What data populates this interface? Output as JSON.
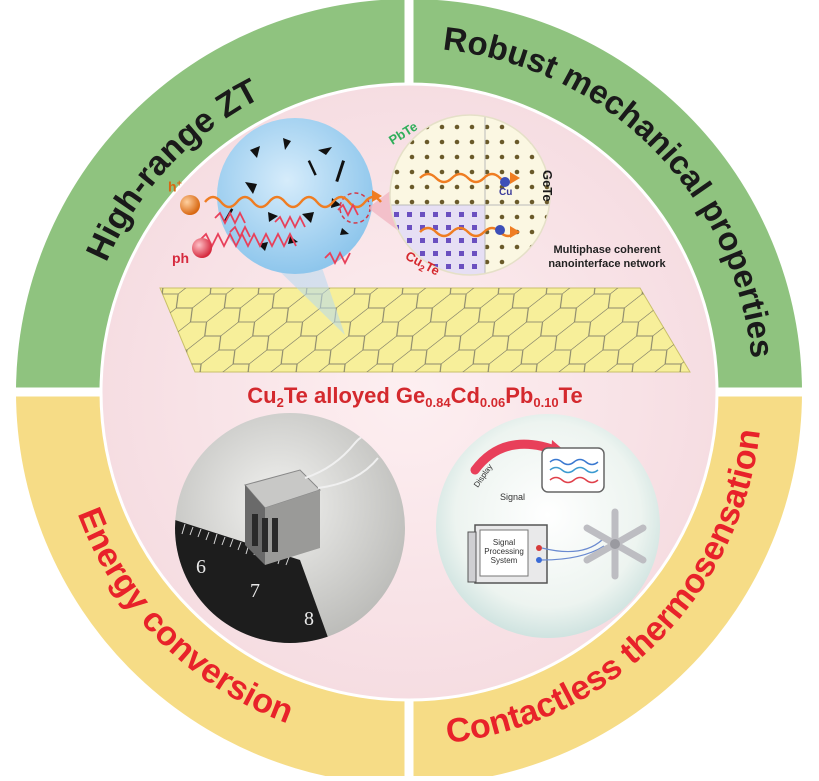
{
  "quadrants": {
    "top_left": {
      "title": "High-range ZT",
      "color": "#8fc37f"
    },
    "top_right": {
      "title": "Robust mechanical properties",
      "color": "#8fc37f"
    },
    "bottom_left": {
      "title": "Energy conversion",
      "color": "#f6dc86",
      "text_color": "#e8222a"
    },
    "bottom_right": {
      "title": "Contactless thermosensation",
      "color": "#f6dc86",
      "text_color": "#e8222a"
    }
  },
  "compound": {
    "base1": "Cu",
    "sub1": "2",
    "text2": "Te alloyed Ge",
    "sub2": "0.84",
    "text3": "Cd",
    "sub3": "0.06",
    "text4": "Pb",
    "sub4": "0.10",
    "text5": "Te"
  },
  "carriers": {
    "hole": "h",
    "hole_sup": "+",
    "phonon": "ph"
  },
  "nanostructure": {
    "phase_pbte": "PbTe",
    "phase_gete": "GeTe",
    "phase_cu2te_base": "Cu",
    "phase_cu2te_sub": "2",
    "phase_cu2te_tail": "Te",
    "dopant": "Cu",
    "network_line1": "Multiphase coherent",
    "network_line2": "nanointerface network"
  },
  "thermosensation": {
    "display_label": "Display",
    "signal_label": "Signal",
    "system_line1": "Signal",
    "system_line2": "Processing",
    "system_line3": "System"
  },
  "ruler": {
    "numbers": [
      "6",
      "7",
      "8"
    ]
  },
  "colors": {
    "green": "#8fc37f",
    "yellow": "#f6dc86",
    "red_text": "#e8222a",
    "compound_red": "#d4292e",
    "pbte_green": "#2fae5a",
    "wave_orange": "#ef7d22",
    "hex_sheet": "#f7ef9a",
    "phonon_red": "#e8405a"
  }
}
